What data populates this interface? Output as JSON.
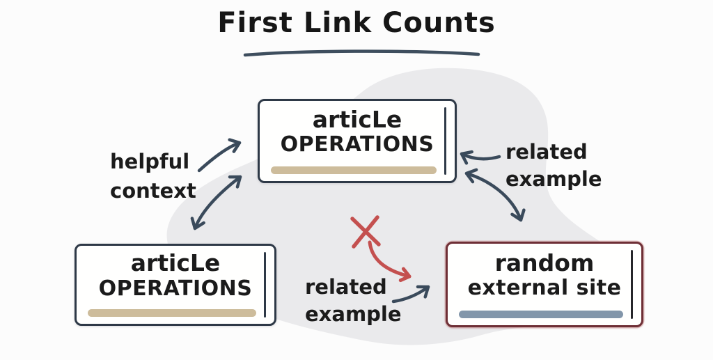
{
  "title": {
    "text": "First Link Counts"
  },
  "boxes": {
    "top": {
      "line1": "articLe",
      "line2": "OPERATIONS"
    },
    "bottom_left": {
      "line1": "articLe",
      "line2": "OPERATIONS"
    },
    "bottom_right": {
      "line1": "random",
      "line2": "external site"
    }
  },
  "labels": {
    "helpful_context": {
      "line1": "helpful",
      "line2": "context"
    },
    "related_right": {
      "line1": "related",
      "line2": "example"
    },
    "related_bottom": {
      "line1": "related",
      "line2": "example"
    }
  },
  "icons": {
    "blocked_cross": "red-x-cross",
    "arrows": [
      "arrow-helpful-to-top-box",
      "arrow-bidirectional-top-to-bottom-left",
      "arrow-related-to-top-box",
      "arrow-bidirectional-top-to-external",
      "arrow-related-to-external-box",
      "arrow-blocked-red-curve"
    ]
  },
  "colors": {
    "background": "#fcfcfc",
    "blob": "#eaeaec",
    "box_border": "#2e3947",
    "external_box_border": "#6e2f36",
    "arrow": "#3a4a5b",
    "red": "#c4504f",
    "tan_underline": "#cdbc9b",
    "blue_underline": "#8296aa",
    "title_underline": "#3e4e5e",
    "text": "#1b1b1b"
  }
}
